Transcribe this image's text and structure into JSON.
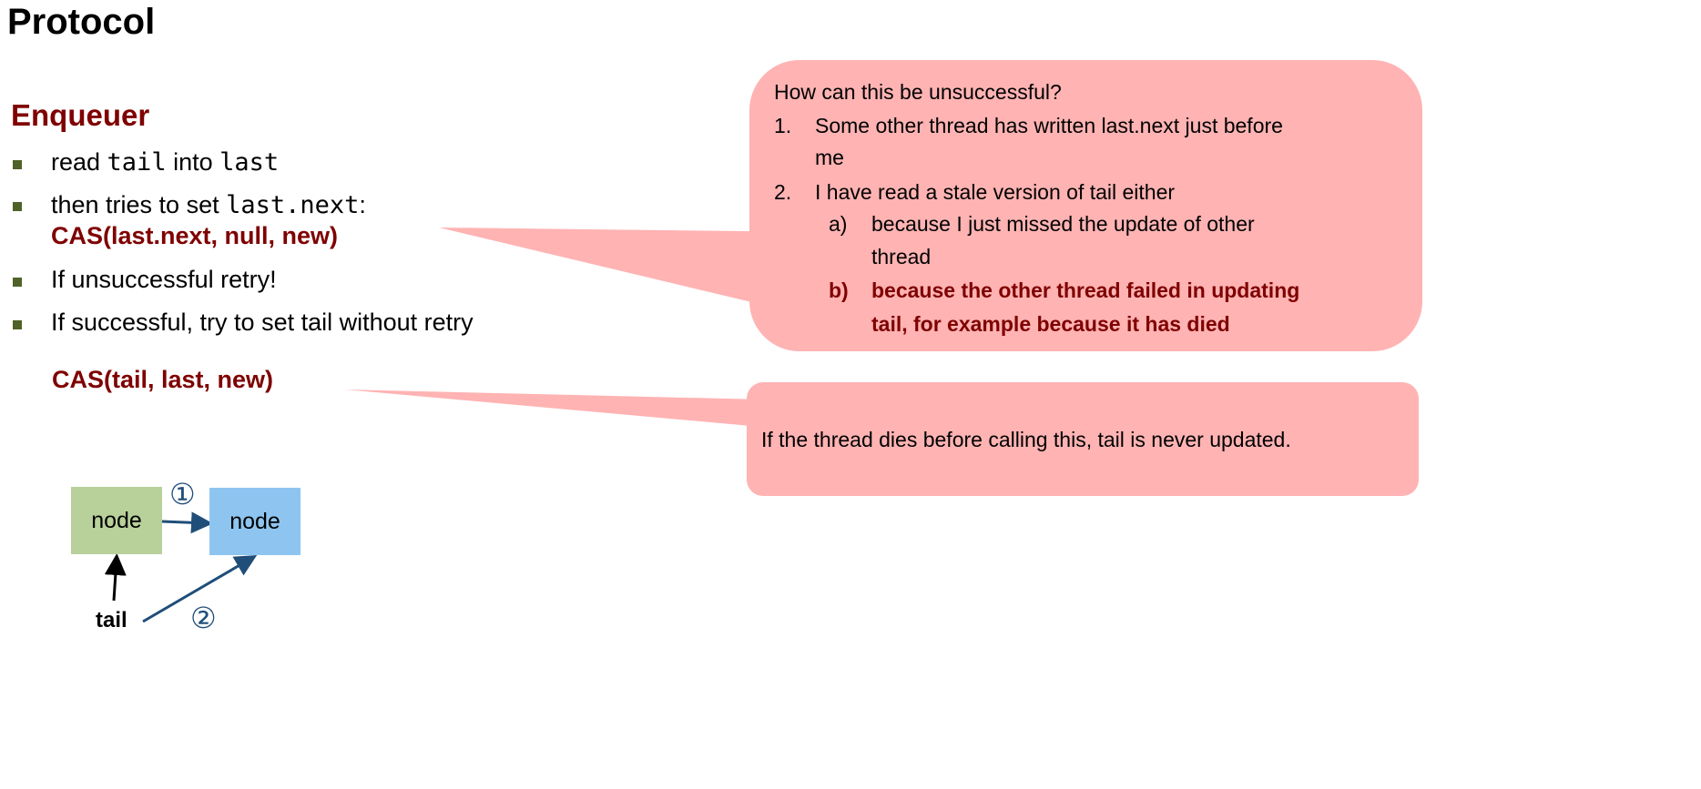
{
  "title": "Protocol",
  "section": "Enqueuer",
  "bullets": [
    {
      "pre": "read ",
      "code1": "tail",
      "mid": " into ",
      "code2": "last"
    },
    {
      "pre": "then tries to set ",
      "code": "last.next",
      "post": ":",
      "cas": "CAS(last.next, null, new)"
    },
    {
      "text": "If unsuccessful retry!"
    },
    {
      "text": "If successful, try to set tail without retry"
    }
  ],
  "cas_tail": "CAS(tail, last, new)",
  "callout1": {
    "question": "How can this be unsuccessful?",
    "item1_num": "1.",
    "item1_line1": "Some other thread has written last.next just before",
    "item1_line2": "me",
    "item2_num": "2.",
    "item2": "I have read a stale version of tail either",
    "a_num": "a)",
    "a_line1": "because I just missed the update of other",
    "a_line2": "thread",
    "b_num": "b)",
    "b_line1": "because the other thread failed in updating",
    "b_line2": "tail, for example because it has died"
  },
  "callout2": "If the thread dies before calling this, tail is never updated.",
  "diagram": {
    "node1": "node",
    "node2": "node",
    "tail": "tail",
    "step1": "①",
    "step2": "②"
  },
  "colors": {
    "accent": "#7f0000",
    "callout": "#ffb3b3",
    "arrow": "#1f4e79",
    "node1": "#b8d09a",
    "node2": "#8ec5f0"
  }
}
